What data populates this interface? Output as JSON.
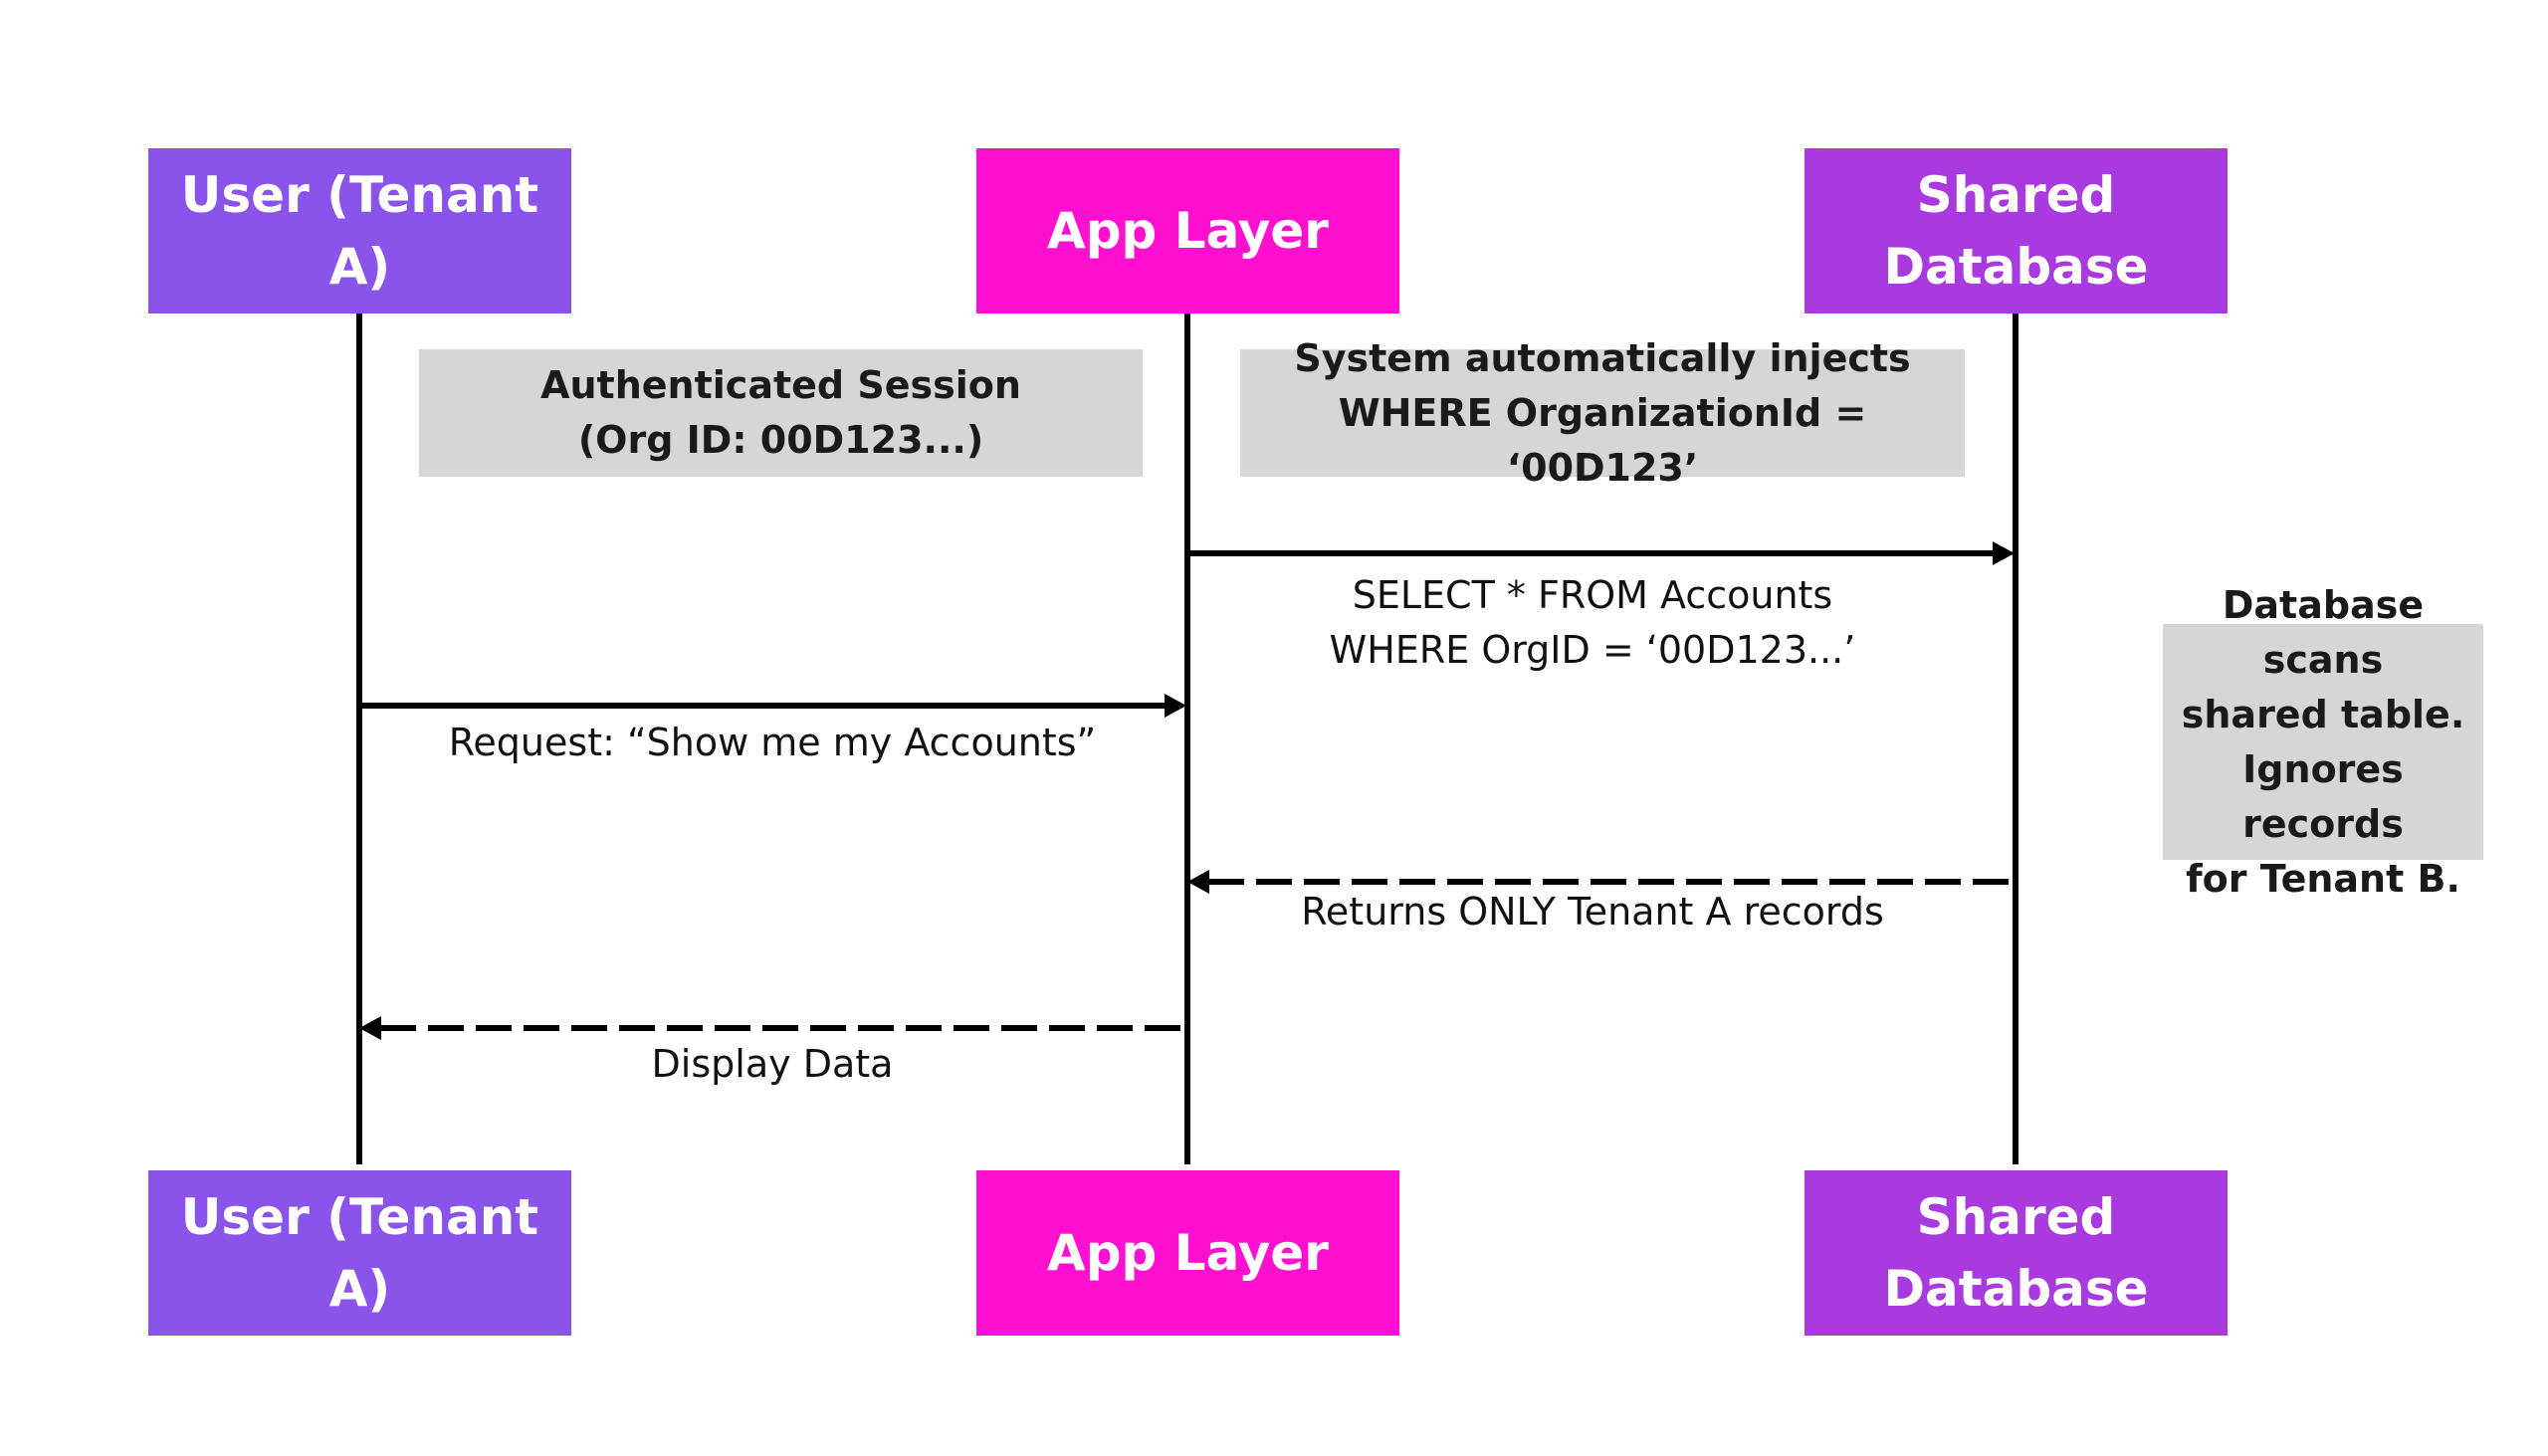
{
  "participants": {
    "user": {
      "label": "User (Tenant A)",
      "color": "#8a53ea"
    },
    "app": {
      "label": "App Layer",
      "color": "#ff10d0"
    },
    "db": {
      "line1": "Shared",
      "line2": "Database",
      "color": "#a83ae0"
    }
  },
  "notes": {
    "session": {
      "line1": "Authenticated Session",
      "line2": "(Org ID: 00D123...)"
    },
    "inject": {
      "line1": "System automatically injects",
      "line2": "WHERE OrganizationId = ‘00D123’"
    },
    "scan": {
      "line1": "Database scans",
      "line2": "shared table.",
      "line3": "Ignores records",
      "line4": "for Tenant B."
    }
  },
  "messages": {
    "query": {
      "line1": "SELECT * FROM Accounts",
      "line2": "WHERE OrgID = ‘00D123...’"
    },
    "request": {
      "label": "Request: “Show me my Accounts”"
    },
    "returns": {
      "label": "Returns ONLY Tenant A records"
    },
    "display": {
      "label": "Display Data"
    }
  },
  "colors": {
    "note_bg": "#d6d6d6",
    "line": "#000000"
  }
}
